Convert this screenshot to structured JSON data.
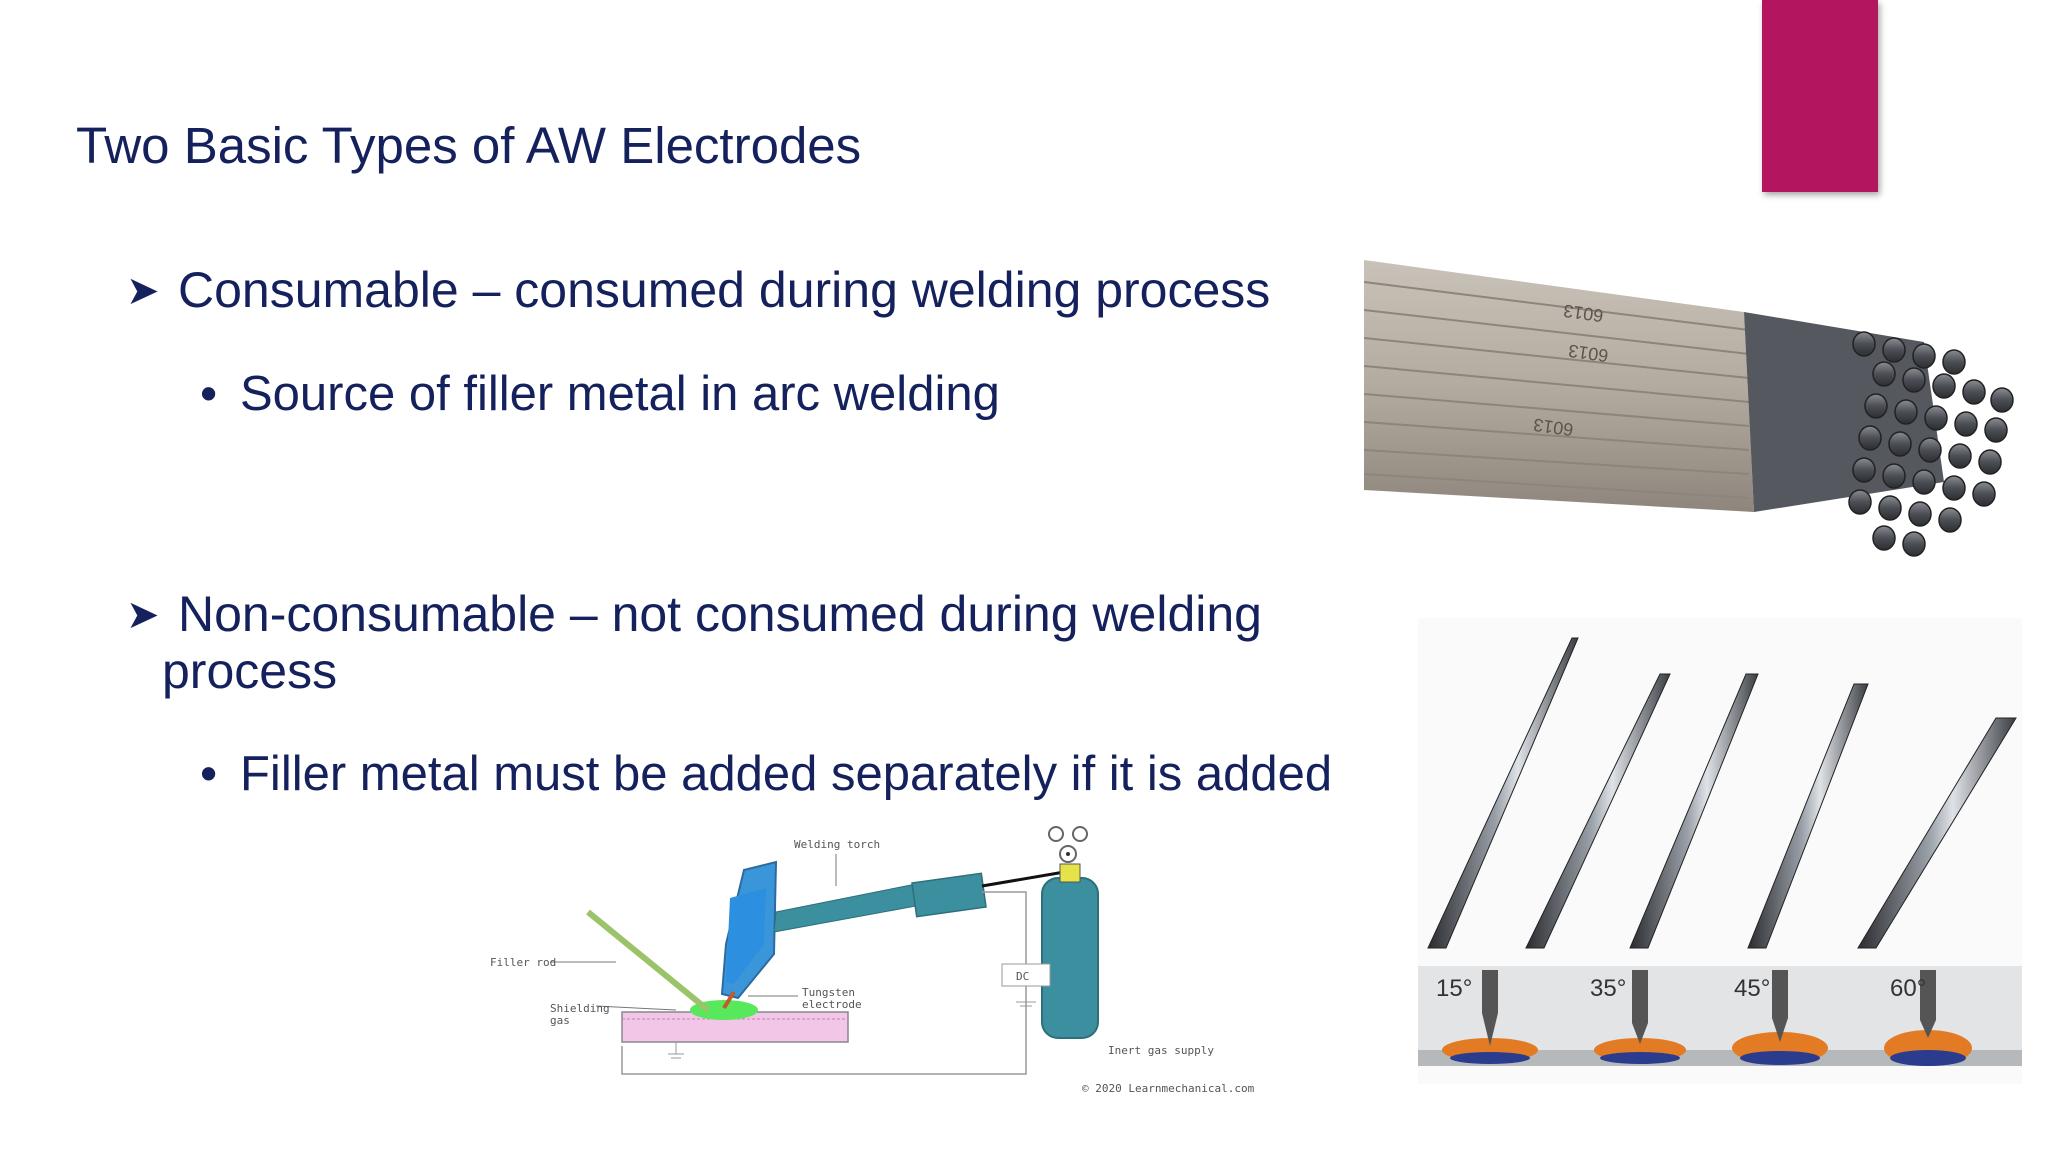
{
  "slide": {
    "title": "Two Basic Types of AW Electrodes",
    "accent_color": "#b3165f",
    "text_color": "#14215c",
    "bullets": [
      {
        "marker": "arrow-bullet-icon",
        "text": "Consumable – consumed during welding process",
        "sub": "Source of filler metal in arc welding"
      },
      {
        "marker": "arrow-bullet-icon",
        "text_line1": "Non-consumable – not consumed during welding",
        "text_line2": "process",
        "sub": "Filler metal must be added separately if it is added"
      }
    ]
  },
  "images": {
    "rods": {
      "stamp": "6013"
    },
    "tips": {
      "angles": [
        "15°",
        "35°",
        "45°",
        "60°"
      ]
    },
    "diagram": {
      "labels": {
        "torch": "Welding torch",
        "filler": "Filler rod",
        "shielding": "Shielding",
        "gas": "gas",
        "tungsten": "Tungsten",
        "electrode": "electrode",
        "dc": "DC",
        "supply": "Inert gas supply",
        "credit": "© 2020 Learnmechanical.com"
      }
    }
  }
}
